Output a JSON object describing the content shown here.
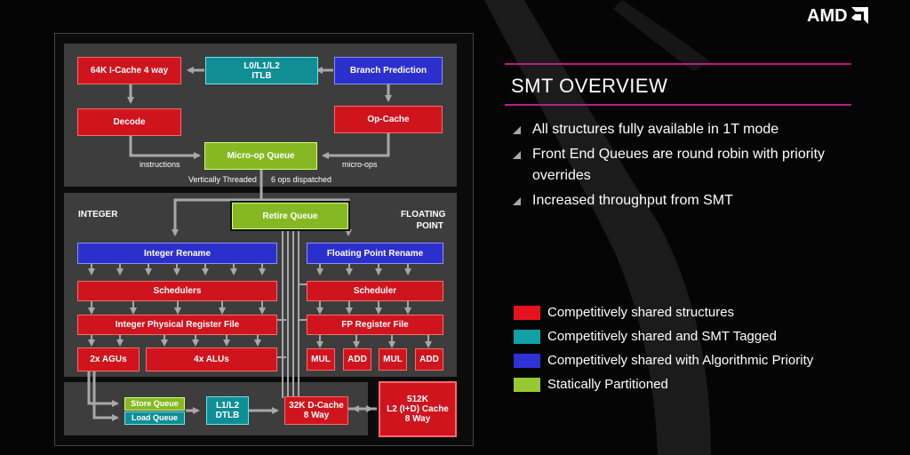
{
  "logo": {
    "text": "AMD"
  },
  "slide": {
    "title": "SMT OVERVIEW",
    "bullets": [
      "All structures fully available in 1T mode",
      "Front End Queues are round robin with priority overrides",
      "Increased throughput from SMT"
    ],
    "legend": [
      {
        "label": "Competitively shared structures",
        "color": "#e3141e"
      },
      {
        "label": "Competitively shared and SMT Tagged",
        "color": "#12a0a8"
      },
      {
        "label": "Competitively shared with Algorithmic Priority",
        "color": "#2e33d6"
      },
      {
        "label": "Statically Partitioned",
        "color": "#98c934"
      }
    ]
  },
  "diagram": {
    "frontend": {
      "icache": "64K I-Cache 4 way",
      "itlb_l1": "L0/L1/L2",
      "itlb_l2": "ITLB",
      "branch": "Branch Prediction",
      "decode": "Decode",
      "opcache": "Op-Cache",
      "uopq": "Micro-op Queue",
      "lbl_instructions": "instructions",
      "lbl_microops": "micro-ops",
      "lbl_vt": "Vertically Threaded",
      "lbl_dispatch": "6 ops dispatched"
    },
    "core": {
      "integer": "INTEGER",
      "fp_l1": "FLOATING",
      "fp_l2": "POINT",
      "retire": "Retire Queue",
      "int_rename": "Integer Rename",
      "fp_rename": "Floating Point Rename",
      "schedulers": "Schedulers",
      "scheduler": "Scheduler",
      "int_prf": "Integer Physical Register File",
      "fp_rf": "FP Register File",
      "agus": "2x AGUs",
      "alus": "4x ALUs",
      "fp_units": [
        "MUL",
        "ADD",
        "MUL",
        "ADD"
      ]
    },
    "memory": {
      "store_q": "Store Queue",
      "load_q": "Load Queue",
      "dtlb_l1": "L1/L2",
      "dtlb_l2": "DTLB",
      "dcache_l1": "32K D-Cache",
      "dcache_l2": "8 Way",
      "l2_l1": "512K",
      "l2_l2": "L2 (I+D) Cache",
      "l2_l3": "8 Way"
    }
  }
}
